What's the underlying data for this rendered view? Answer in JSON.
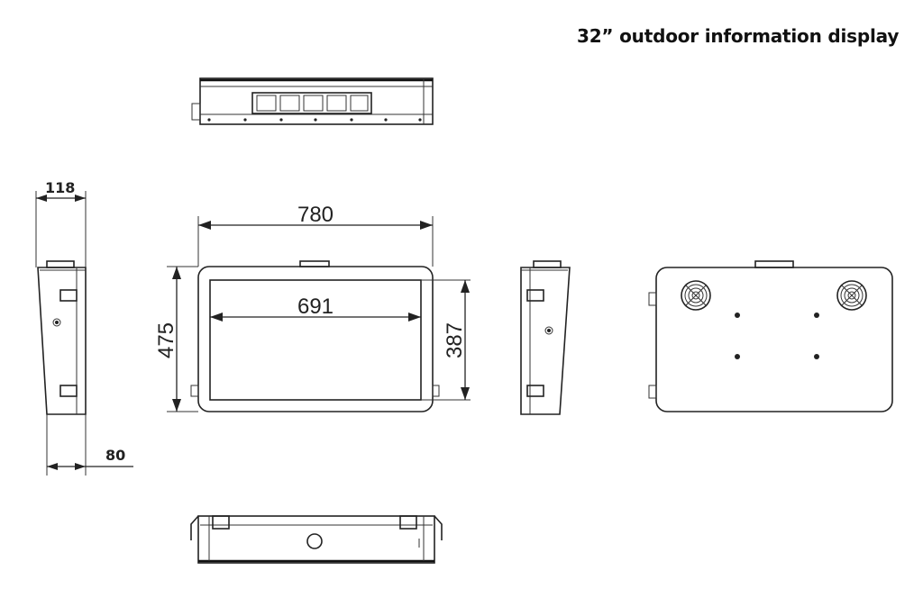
{
  "title": "32” outdoor information display",
  "dimensions": {
    "width_total": "780",
    "width_screen": "691",
    "height_total": "475",
    "height_screen": "387",
    "depth_top": "118",
    "depth_bottom": "80"
  },
  "colors": {
    "line": "#222222",
    "background": "#ffffff",
    "text": "#111111"
  }
}
